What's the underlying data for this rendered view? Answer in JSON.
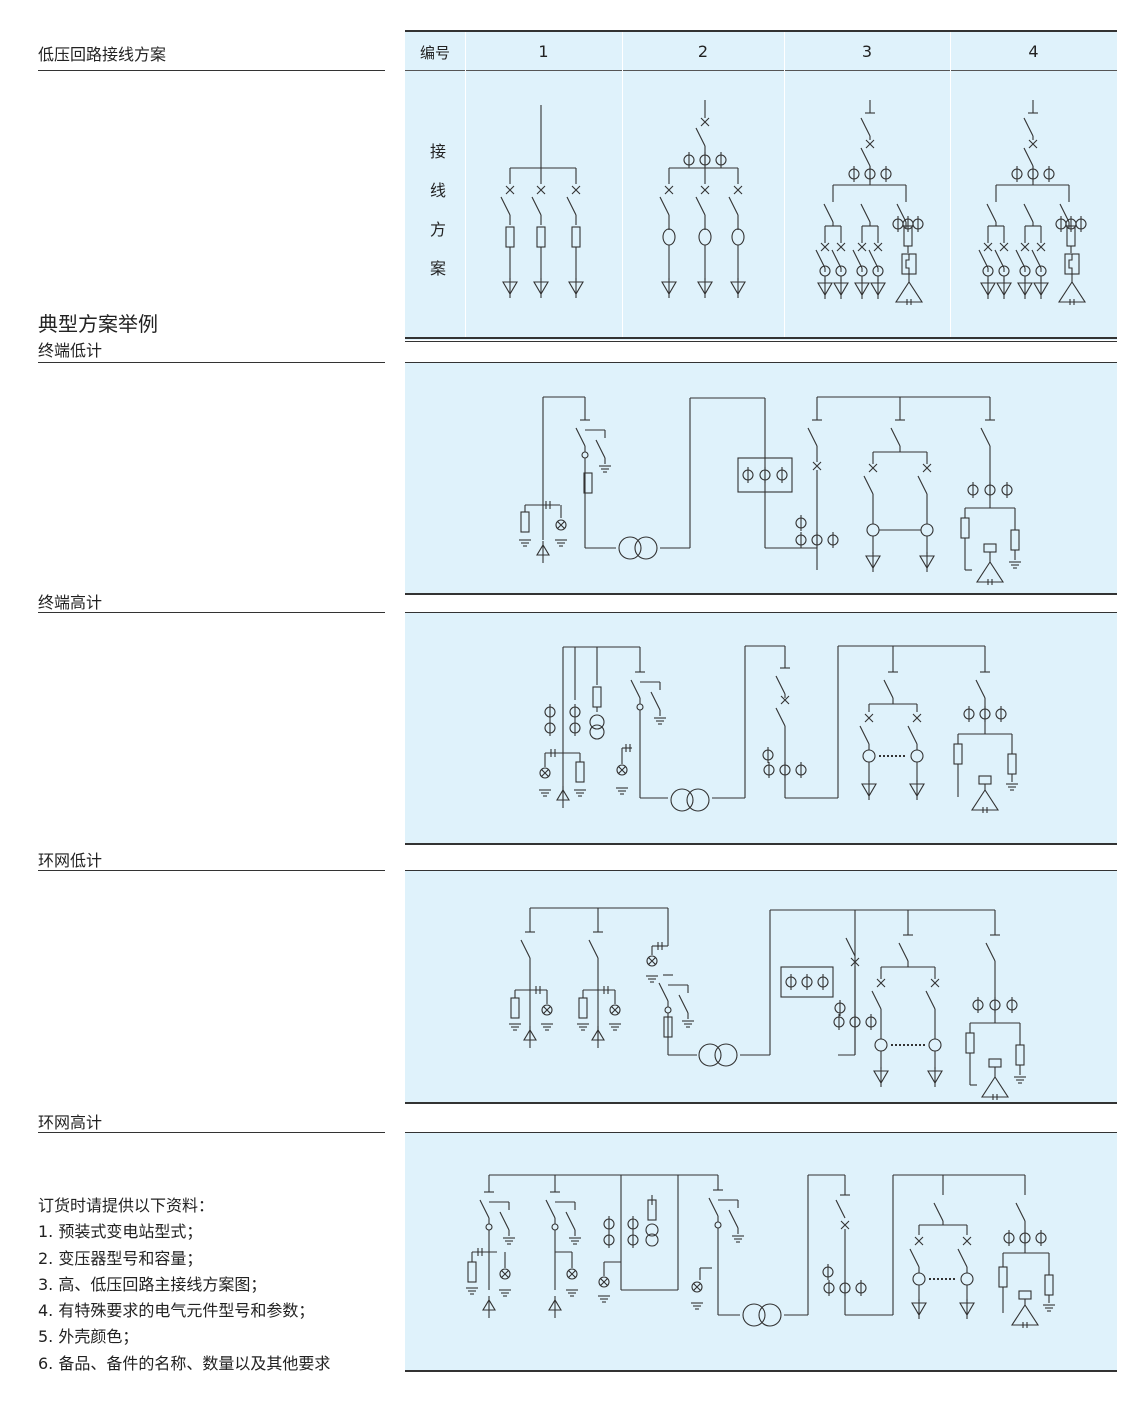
{
  "left": {
    "main_title": "低压回路接线方案",
    "examples_title": "典型方案举例",
    "sections": [
      "终端低计",
      "终端高计",
      "环网低计",
      "环网高计"
    ]
  },
  "table": {
    "header_label": "编号",
    "row_label": [
      "接",
      "线",
      "方",
      "案"
    ],
    "schemes": [
      "1",
      "2",
      "3",
      "4"
    ]
  },
  "order_notes": {
    "title": "订货时请提供以下资料：",
    "items": [
      "1. 预装式变电站型式；",
      "2. 变压器型号和容量；",
      "3. 高、低压回路主接线方案图；",
      "4. 有特殊要求的电气元件型号和参数；",
      "5. 外壳颜色；",
      "6. 备品、备件的名称、数量以及其他要求"
    ]
  },
  "colors": {
    "panel_bg": "#dff2fb",
    "line": "#333333"
  }
}
